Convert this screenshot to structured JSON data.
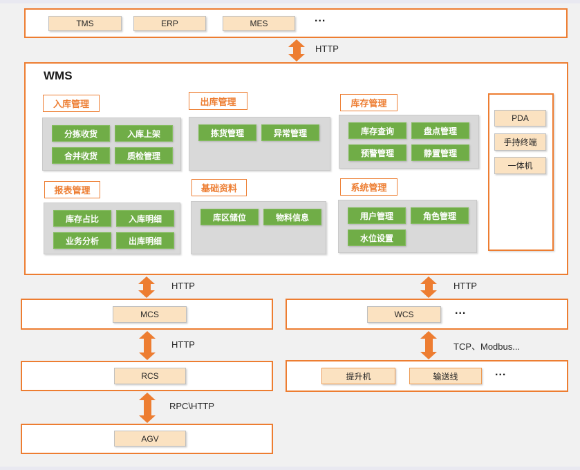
{
  "external": {
    "systems": [
      "TMS",
      "ERP",
      "MES"
    ],
    "more": "..."
  },
  "connections": {
    "external_wms": "HTTP",
    "wms_mcs": "HTTP",
    "wms_wcs": "HTTP",
    "mcs_rcs": "HTTP",
    "rcs_agv": "RPC\\HTTP",
    "wcs_devices": "TCP、Modbus..."
  },
  "wms": {
    "title": "WMS",
    "sections": [
      {
        "label": "入库管理",
        "items": [
          "分拣收货",
          "入库上架",
          "合并收货",
          "质检管理"
        ]
      },
      {
        "label": "出库管理",
        "items": [
          "拣货管理",
          "异常管理"
        ]
      },
      {
        "label": "库存管理",
        "items": [
          "库存查询",
          "盘点管理",
          "预警管理",
          "静置管理"
        ]
      },
      {
        "label": "报表管理",
        "items": [
          "库存占比",
          "入库明细",
          "业务分析",
          "出库明细"
        ]
      },
      {
        "label": "基础资料",
        "items": [
          "库区储位",
          "物料信息"
        ]
      },
      {
        "label": "系统管理",
        "items": [
          "用户管理",
          "角色管理",
          "水位设置"
        ]
      }
    ],
    "terminals": {
      "items": [
        "PDA",
        "手持终端",
        "一体机"
      ]
    }
  },
  "mcs": {
    "label": "MCS"
  },
  "wcs": {
    "label": "WCS",
    "more": "..."
  },
  "rcs": {
    "label": "RCS"
  },
  "agv": {
    "label": "AGV"
  },
  "devices": {
    "items": [
      "提升机",
      "输送线"
    ],
    "more": "..."
  },
  "colors": {
    "accent_orange": "#ED7D31",
    "module_green": "#70AD47",
    "button_peach": "#FBE2C1",
    "panel_gray": "#D9D9D9"
  }
}
